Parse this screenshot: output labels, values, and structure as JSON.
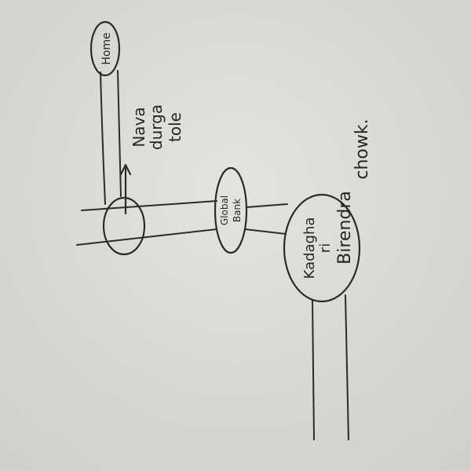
{
  "map": {
    "landmarks": {
      "home": "Home",
      "nava_durga_tole": [
        "Nava",
        "durga",
        "tole"
      ],
      "global_bank": [
        "Global",
        "Bank"
      ],
      "kadaghari": [
        "Kadagha",
        "ri"
      ],
      "birendra_chowk": [
        "Birendra",
        "chowk."
      ]
    },
    "colors": {
      "paper": "#dcdcd9",
      "ink": "#2b2b2b"
    }
  }
}
